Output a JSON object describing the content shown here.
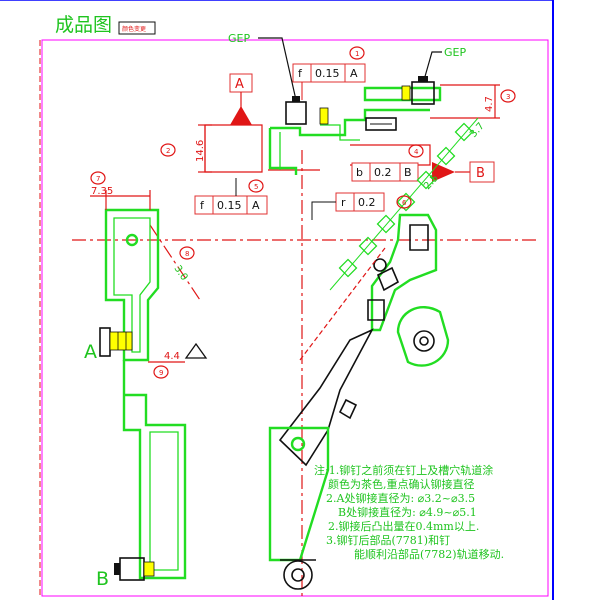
{
  "title": "成品图",
  "title_badge": "颜色变更",
  "gep_labels": {
    "left": "GEP",
    "right": "GEP"
  },
  "datum_flags": {
    "a": "A",
    "b": "B"
  },
  "datum_side_labels": {
    "a": "A",
    "b": "B"
  },
  "fcf_top": {
    "symbol": "f",
    "value": "0.15",
    "datum": "A"
  },
  "fcf_left": {
    "symbol": "f",
    "value": "0.15",
    "datum": "A"
  },
  "fcf_right": {
    "symbol": "b",
    "value": "0.2",
    "datum": "B"
  },
  "fcf_runout": {
    "symbol": "r",
    "value": "0.2"
  },
  "dimensions": {
    "height_left": "14.6",
    "width_7_35": "7.35",
    "gap_4_4": "4.4",
    "diam_3_0": "3.0",
    "dim_4_7": "4.7",
    "dim_3_7": "3.7",
    "dim_2_5": "2.5"
  },
  "balloons": [
    "1",
    "2",
    "3",
    "4",
    "5",
    "6",
    "7",
    "8",
    "9"
  ],
  "notes": {
    "line1": "注:1.铆钉之前须在钉上及槽穴轨道涂",
    "line2": "颜色为茶色,重点确认铆接直径",
    "line3": "2.A处铆接直径为:  ⌀3.2~⌀3.5",
    "line4": "B处铆接直径为:  ⌀4.9~⌀5.1",
    "line5": "2.铆接后凸出量在0.4mm以上.",
    "line6": "3.铆钉后部品(7781)和钉",
    "line7": "能顺利沿部品(7782)轨道移动."
  },
  "colors": {
    "part": "#22dd22",
    "dimension": "#e01616",
    "outline": "#111111",
    "frame": "#ff00ff",
    "border": "#0000ff"
  }
}
